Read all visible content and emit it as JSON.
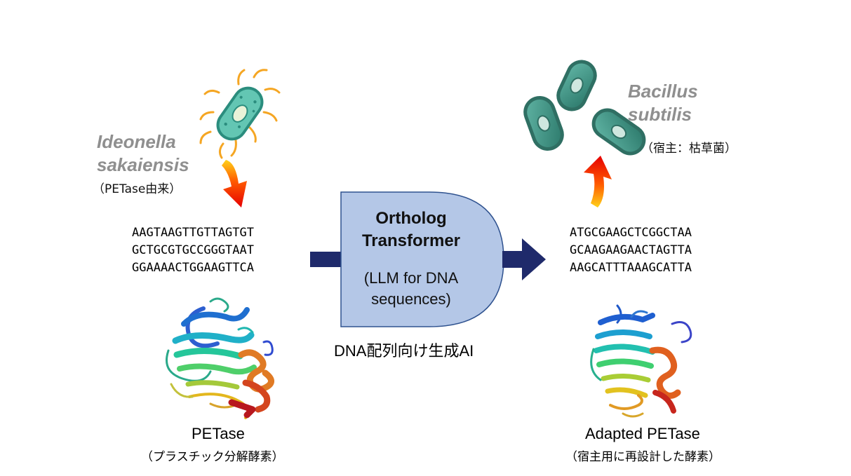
{
  "source": {
    "species_line1": "Ideonella",
    "species_line2": "sakaiensis",
    "origin_note": "（PETase由来）",
    "sequence": [
      "AAGTAAGTTGTTAGTGT",
      "GCTGCGTGCCGGGTAAT",
      "GGAAAACTGGAAGTTCA"
    ],
    "protein_label": "PETase",
    "protein_note": "（プラスチック分解酵素）"
  },
  "model": {
    "title_line1": "Ortholog",
    "title_line2": "Transformer",
    "subtitle_line1": "(LLM for DNA",
    "subtitle_line2": "sequences)",
    "caption": "DNA配列向け生成AI",
    "fill_color": "#b4c7e7",
    "arrow_color": "#1f2a6b"
  },
  "target": {
    "species_line1": "Bacillus",
    "species_line2": "subtilis",
    "host_note": "（宿主：枯草菌）",
    "sequence": [
      "ATGCGAAGCTCGGCTAA",
      "GCAAGAAGAACTAGTTA",
      "AAGCATTTAAAGCATTA"
    ],
    "protein_label": "Adapted PETase",
    "protein_note": "（宿主用に再設計した酵素）"
  }
}
